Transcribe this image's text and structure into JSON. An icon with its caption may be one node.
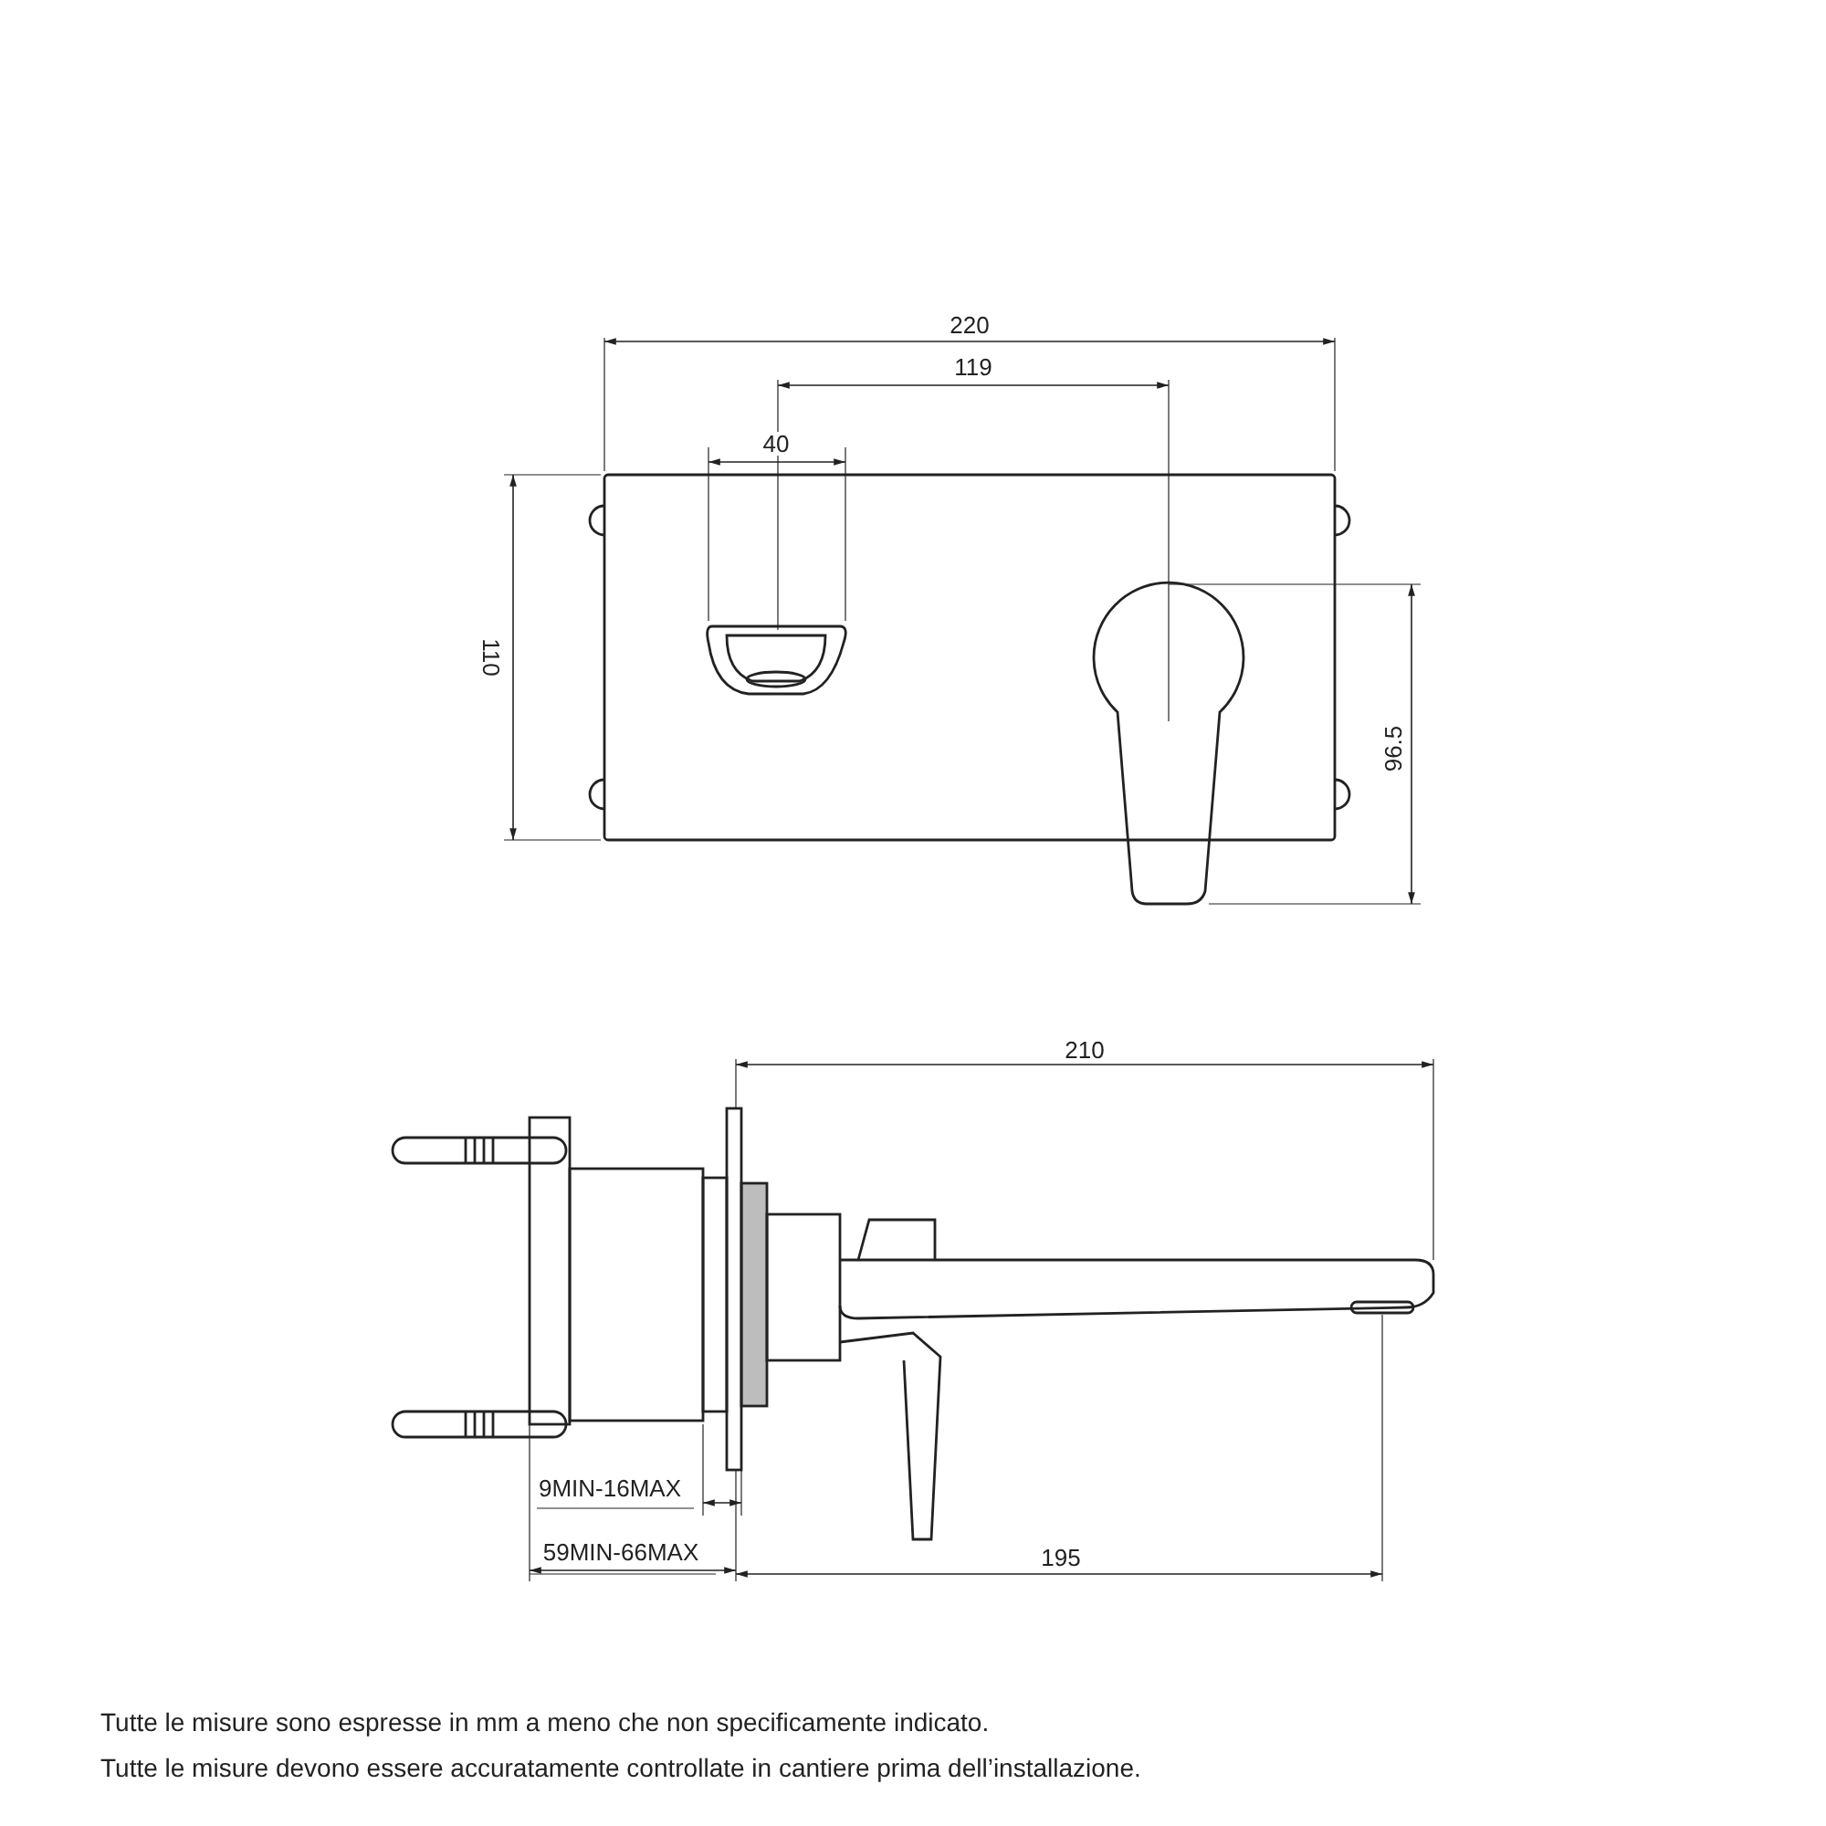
{
  "diagram": {
    "labels": [
      "220",
      "119",
      "40",
      "110",
      "96.5",
      "210",
      "9MIN-16MAX",
      "59MIN-66MAX",
      "195",
      "Tutte le misure sono espresse in mm a meno che non specificamente indicato.",
      "Tutte le misure devono essere accuratamente controllate in cantiere prima dell’installazione."
    ]
  }
}
